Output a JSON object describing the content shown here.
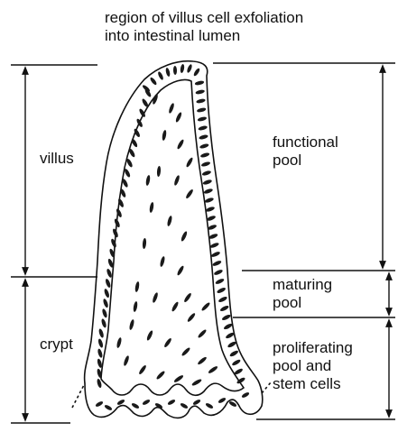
{
  "labels": {
    "exfoliation_line1": "region of villus cell exfoliation",
    "exfoliation_line2": "into intestinal lumen",
    "villus": "villus",
    "crypt": "crypt",
    "functional_line1": "functional",
    "functional_line2": "pool",
    "maturing_line1": "maturing",
    "maturing_line2": "pool",
    "proliferating_line1": "proliferating",
    "proliferating_line2": "pool and",
    "proliferating_line3": "stem cells"
  },
  "colors": {
    "ink": "#111111",
    "cell_fill": "#1a1a1a",
    "background": "#ffffff"
  }
}
